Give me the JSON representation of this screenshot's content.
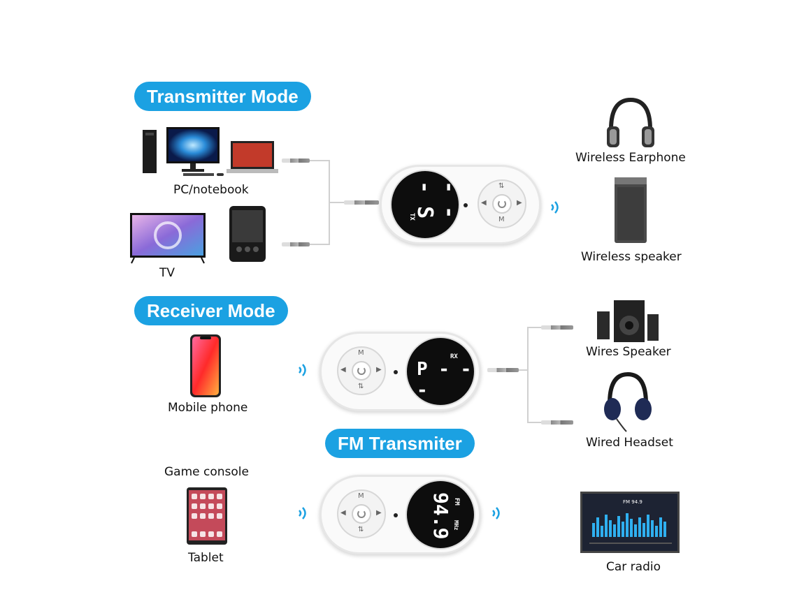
{
  "sections": {
    "transmitter": {
      "title": "Transmitter Mode",
      "sources": [
        "PC/notebook",
        "TV"
      ],
      "outputs": [
        "Wireless Earphone",
        "Wireless speaker"
      ],
      "display": "- - - S",
      "display_mode": "TX"
    },
    "receiver": {
      "title": "Receiver Mode",
      "source": "Mobile phone",
      "outputs": [
        "Wires Speaker",
        "Wired Headset"
      ],
      "display": "P - - -",
      "display_mode": "RX"
    },
    "fm": {
      "title": "FM Transmiter",
      "sources": [
        "Game console",
        "Tablet"
      ],
      "output": "Car radio",
      "display": "94.9",
      "display_mode": "FM",
      "display_unit": "MHz",
      "car_screen_text": "FM 94.9"
    }
  },
  "button_labels": {
    "mode": "M",
    "switch": "⇅"
  },
  "colors": {
    "accent": "#1ba1e2"
  }
}
